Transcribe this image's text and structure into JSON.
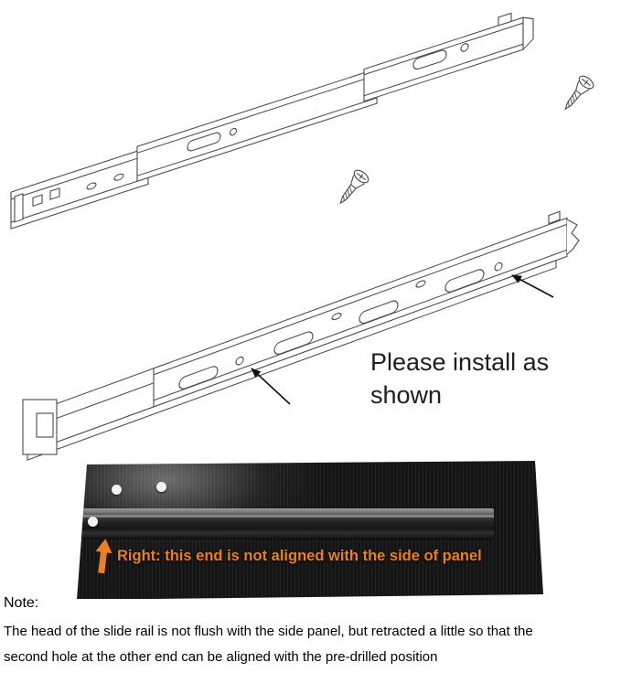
{
  "diagram_top": {
    "description": "extended ball-bearing slide rail with two mounting screws"
  },
  "diagram_middle": {
    "install_note": "Please install as shown"
  },
  "photo": {
    "caption": "Right: this end is not aligned with the side of panel",
    "caption_color": "#e8821e",
    "background_color": "#141414"
  },
  "note": {
    "label": "Note:",
    "lines": [
      "The head of the slide rail is not flush with the side panel, but retracted a little so that the",
      "second hole at the other end can be aligned with the pre-drilled position"
    ]
  },
  "colors": {
    "drawing_line": "#4a4a4a",
    "arrow_black": "#111111",
    "orange_arrow": "#e8821e",
    "page_background": "#ffffff"
  }
}
